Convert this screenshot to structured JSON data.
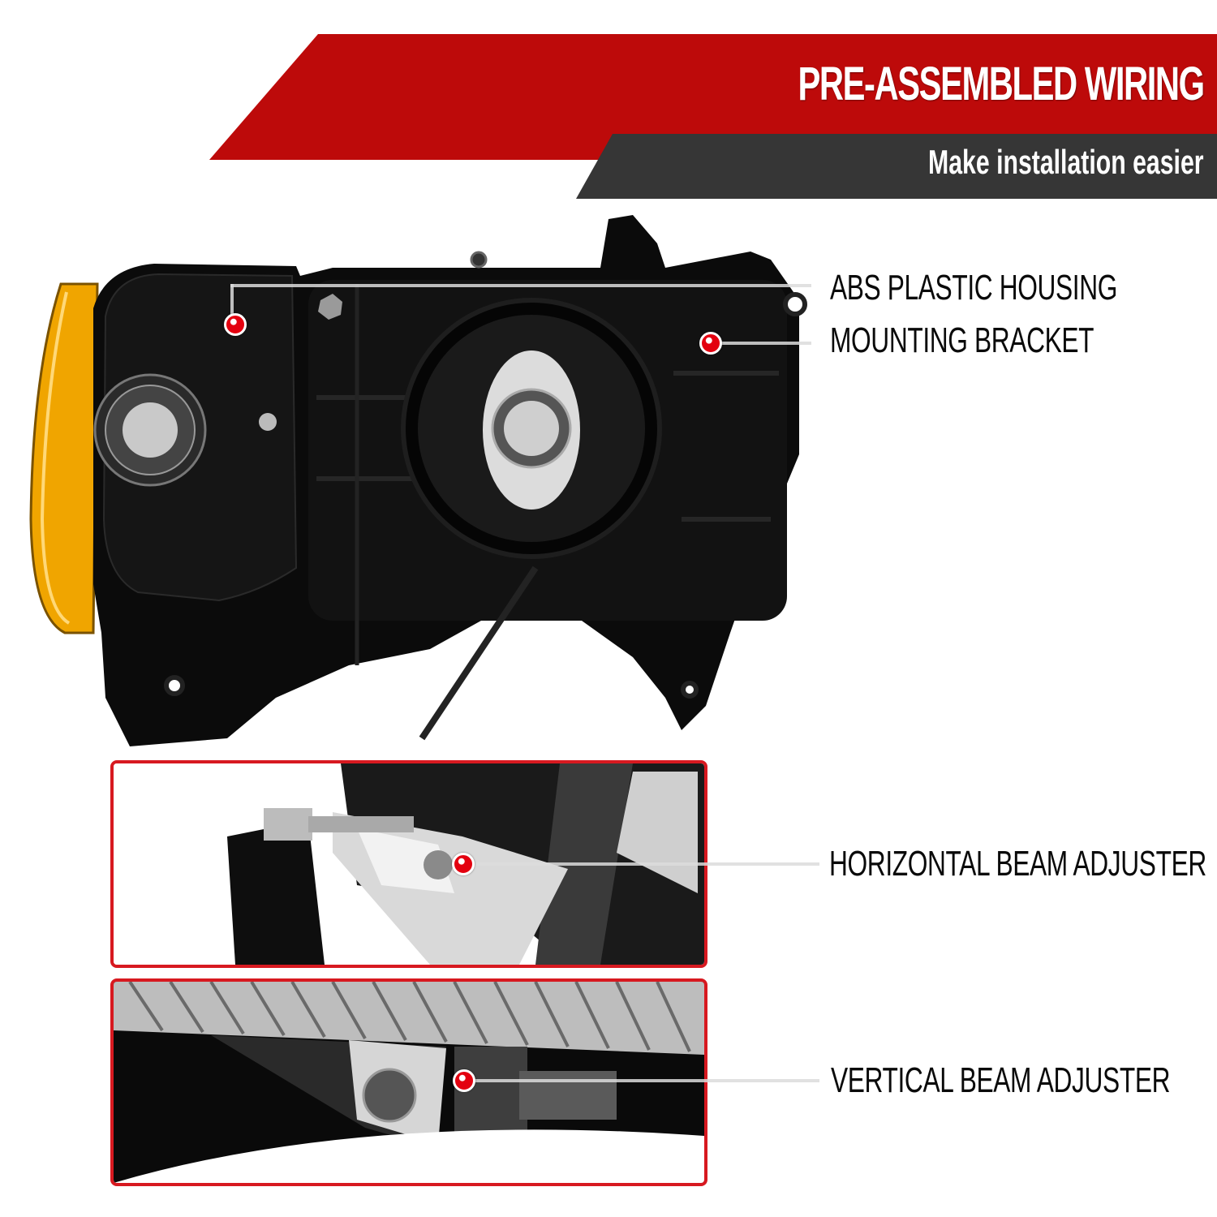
{
  "header": {
    "title": "PRE-ASSEMBLED WIRING",
    "subtitle": "Make installation easier",
    "colors": {
      "primary_banner": "#bd0a0a",
      "secondary_banner": "#363636",
      "text": "#ffffff"
    }
  },
  "product": {
    "image_alt": "Rear view of black headlight housing with amber corner lens",
    "callouts": [
      {
        "label": "ABS PLASTIC HOUSING"
      },
      {
        "label": "MOUNTING BRACKET"
      },
      {
        "label": "HORIZONTAL BEAM ADJUSTER"
      },
      {
        "label": "VERTICAL BEAM ADJUSTER"
      }
    ]
  },
  "insets": [
    {
      "name": "horizontal-adjuster-closeup"
    },
    {
      "name": "vertical-adjuster-closeup"
    }
  ],
  "colors": {
    "callout_dot": "#e3000f",
    "inset_border": "#d71920",
    "leader_line": "#dcdcdc",
    "amber_lens": "#f0a500"
  }
}
